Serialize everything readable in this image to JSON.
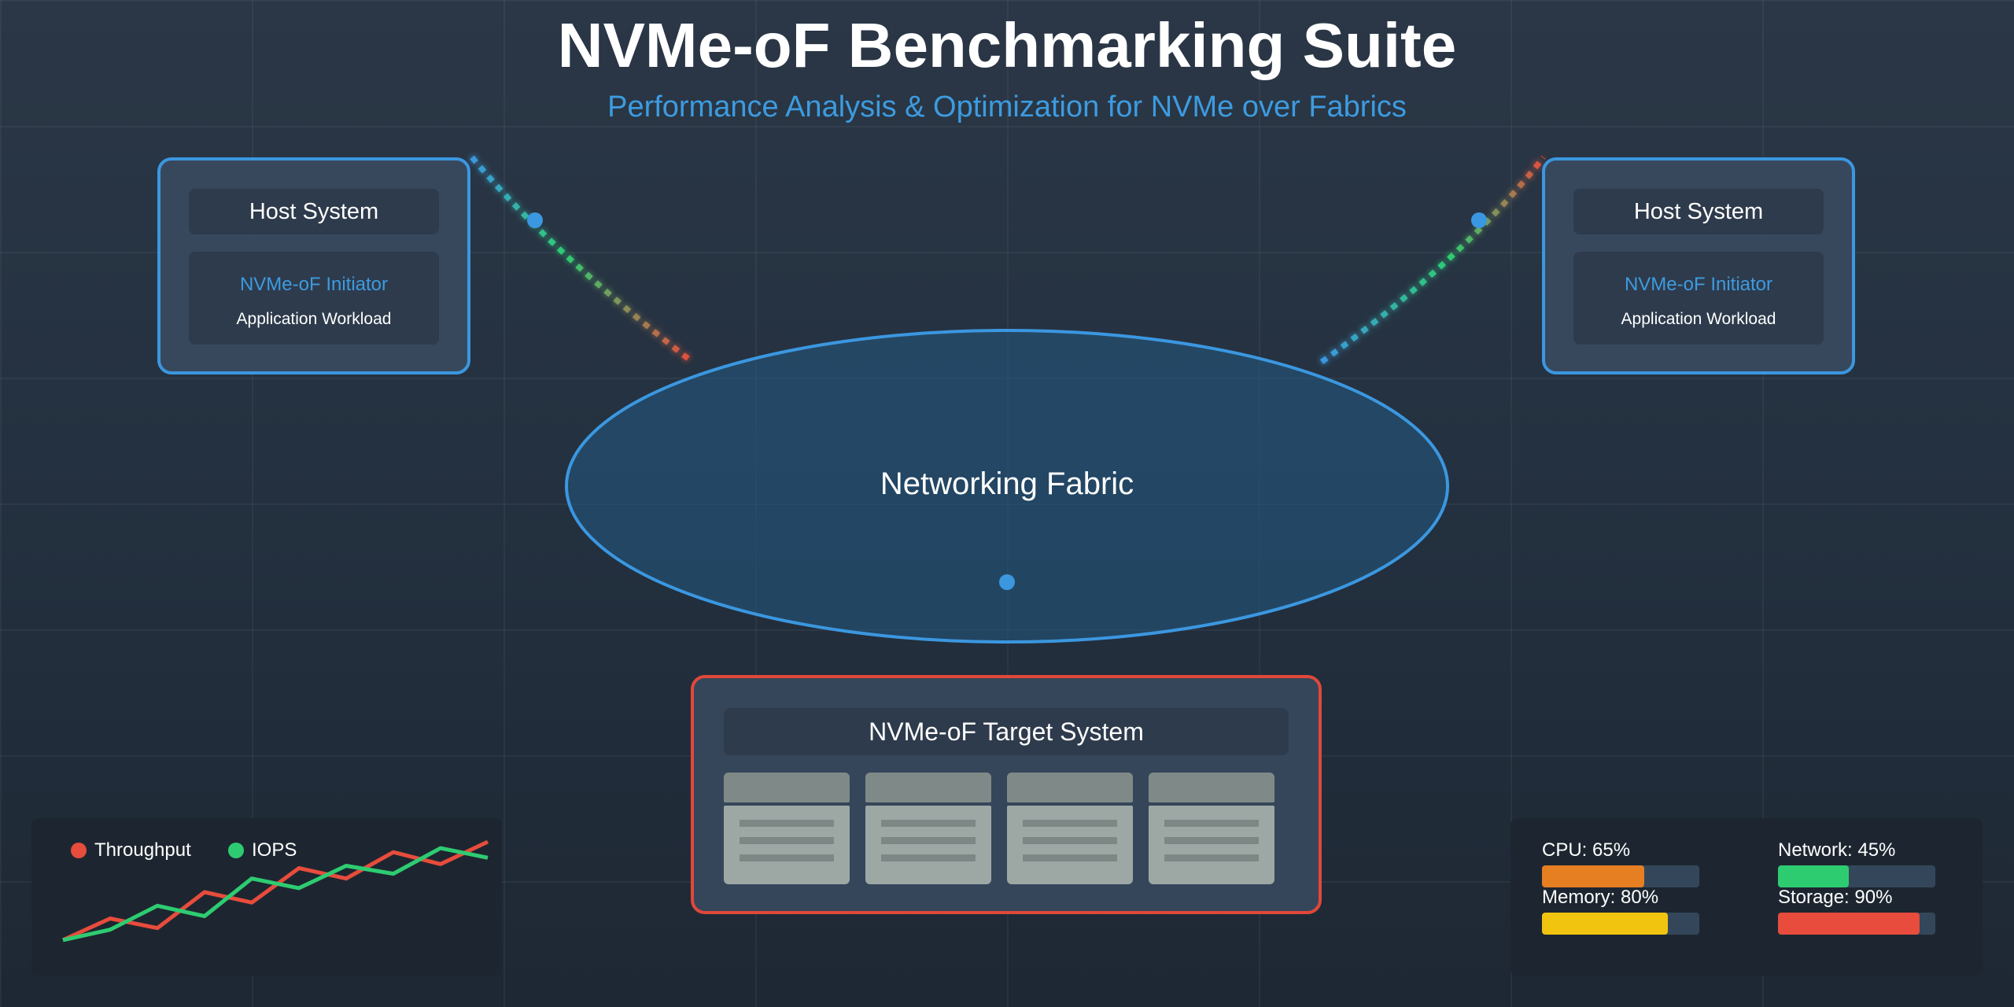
{
  "header": {
    "title": "NVMe-oF Benchmarking Suite",
    "subtitle": "Performance Analysis & Optimization for NVMe over Fabrics"
  },
  "hosts": [
    {
      "title": "Host System",
      "initiator": "NVMe-oF Initiator",
      "workload": "Application Workload"
    },
    {
      "title": "Host System",
      "initiator": "NVMe-oF Initiator",
      "workload": "Application Workload"
    }
  ],
  "fabric": {
    "label": "Networking Fabric"
  },
  "target": {
    "title": "NVMe-oF Target System",
    "drive_count": 4
  },
  "legend": {
    "throughput": "Throughput",
    "iops": "IOPS"
  },
  "chart_data": {
    "type": "line",
    "title": "",
    "xlabel": "",
    "ylabel": "",
    "x": [
      0,
      1,
      2,
      3,
      4,
      5,
      6,
      7,
      8,
      9
    ],
    "ylim": [
      0,
      1
    ],
    "series": [
      {
        "name": "Throughput",
        "color": "#e74c3c",
        "values": [
          0.05,
          0.32,
          0.2,
          0.65,
          0.52,
          0.95,
          0.82,
          1.15,
          1.0,
          1.28
        ]
      },
      {
        "name": "IOPS",
        "color": "#2ecc71",
        "values": [
          0.05,
          0.18,
          0.48,
          0.35,
          0.82,
          0.7,
          0.98,
          0.88,
          1.2,
          1.08
        ]
      }
    ]
  },
  "metrics": {
    "cpu": {
      "label": "CPU: 65%",
      "value": 0.65,
      "color": "#e67e22"
    },
    "network": {
      "label": "Network: 45%",
      "value": 0.45,
      "color": "#2ecc71"
    },
    "memory": {
      "label": "Memory: 80%",
      "value": 0.8,
      "color": "#f1c40f"
    },
    "storage": {
      "label": "Storage: 90%",
      "value": 0.9,
      "color": "#e74c3c"
    }
  },
  "colors": {
    "accent": "#3b97e0",
    "target_border": "#e0483a"
  }
}
